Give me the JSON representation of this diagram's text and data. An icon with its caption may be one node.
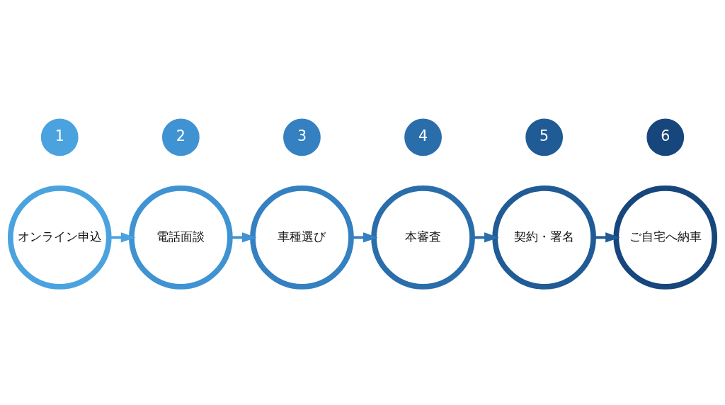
{
  "diagram": {
    "nodes": [
      {
        "text": [
          "オンライン申込"
        ]
      },
      {
        "text": [
          "電話面談"
        ]
      },
      {
        "text": [
          "車種選び"
        ]
      },
      {
        "text": [
          "本審査"
        ]
      },
      {
        "text": [
          "契約・署名"
        ]
      },
      {
        "text": [
          "ご自宅へ納車"
        ]
      },
      {
        "text": [
          "1"
        ]
      },
      {
        "text": [
          "2"
        ]
      },
      {
        "text": [
          "3"
        ]
      },
      {
        "text": [
          "4"
        ]
      },
      {
        "text": [
          "5"
        ]
      },
      {
        "text": [
          "6"
        ]
      }
    ],
    "edges": [
      {
        "from": 0,
        "to": 1,
        "arrow": "to",
        "color": "#4aa3df"
      },
      {
        "from": 1,
        "to": 2,
        "arrow": "to",
        "color": "#3f93d2"
      },
      {
        "from": 2,
        "to": 3,
        "arrow": "to",
        "color": "#3480c0"
      },
      {
        "from": 3,
        "to": 4,
        "arrow": "to",
        "color": "#2a6dab"
      },
      {
        "from": 4,
        "to": 5,
        "arrow": "to",
        "color": "#205b95"
      }
    ]
  }
}
